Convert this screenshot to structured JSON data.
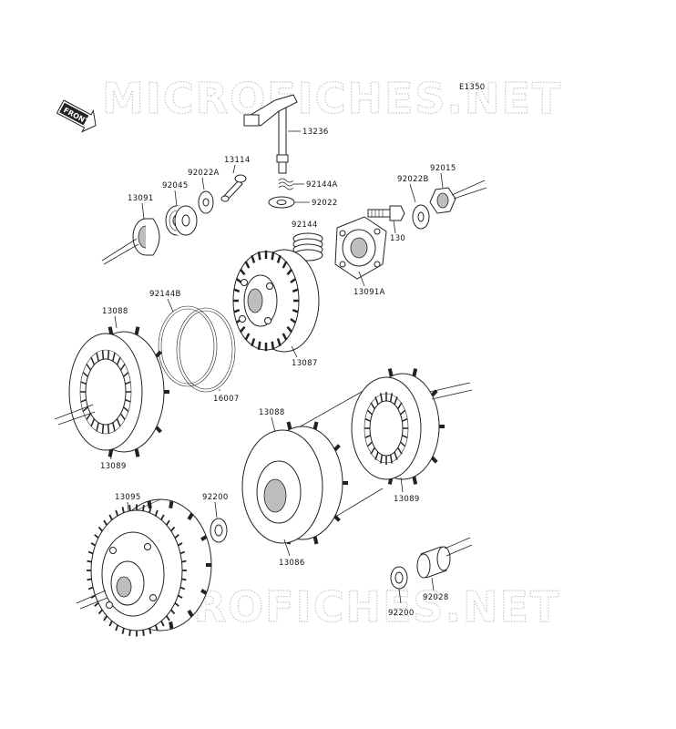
{
  "watermark": "MICROFICHES.NET",
  "diagram_code": "E1350",
  "front_badge": "FRONT",
  "parts": {
    "p13236": "13236",
    "p13114": "13114",
    "p92022A": "92022A",
    "p92045": "92045",
    "p13091": "13091",
    "p92144A": "92144A",
    "p92022": "92022",
    "p92022B": "92022B",
    "p92015": "92015",
    "p92144": "92144",
    "p130": "130",
    "p13091A": "13091A",
    "p92144B": "92144B",
    "p13088a": "13088",
    "p13087": "13087",
    "p16007": "16007",
    "p13089a": "13089",
    "p13088b": "13088",
    "p13089b": "13089",
    "p13095": "13095",
    "p92200a": "92200",
    "p13086": "13086",
    "p92200b": "92200",
    "p92028": "92028"
  }
}
